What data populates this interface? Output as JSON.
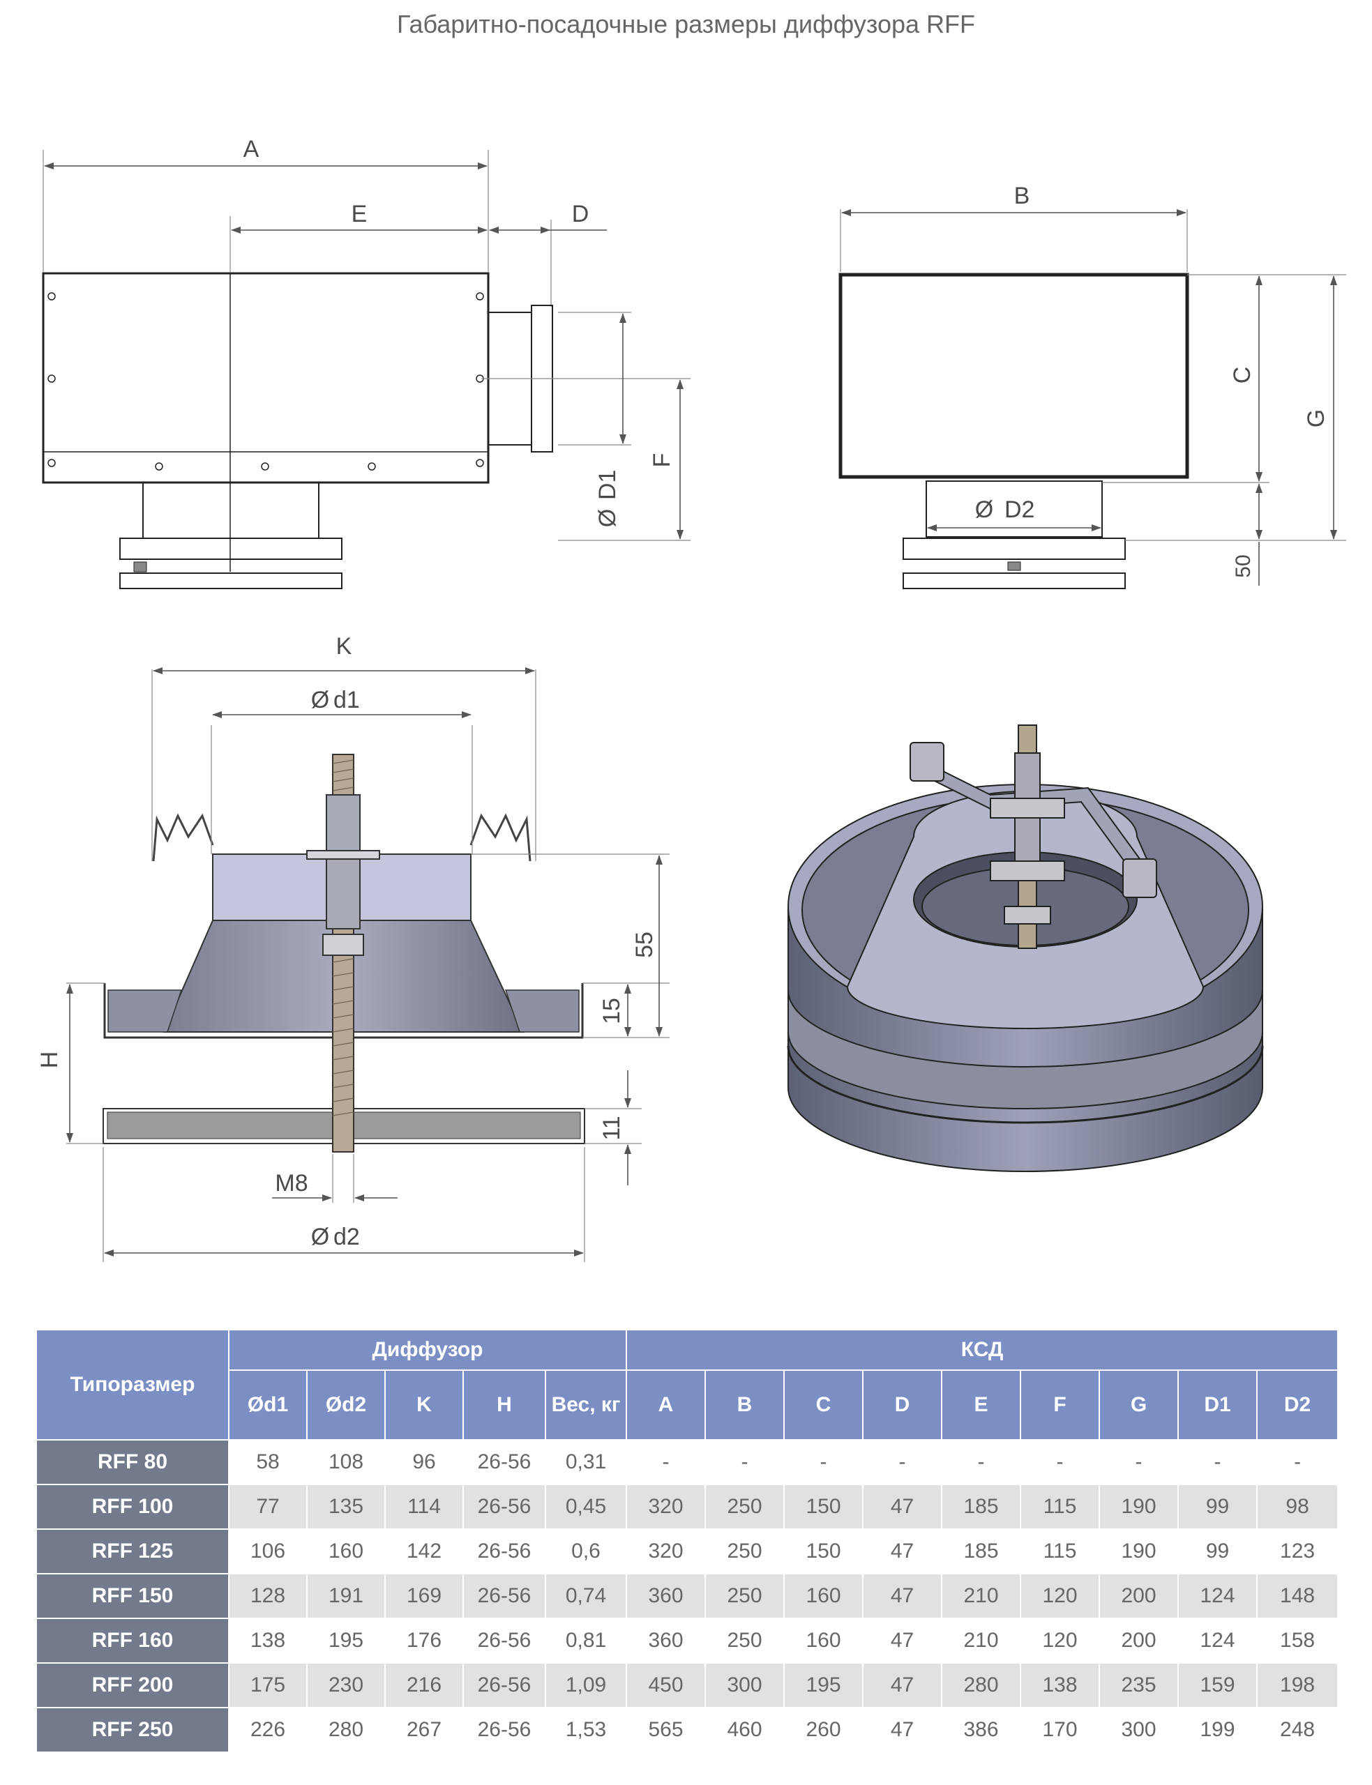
{
  "title": "Габаритно-посадочные размеры диффузора RFF",
  "dimensions": {
    "A": "A",
    "E": "E",
    "D": "D",
    "B": "B",
    "C": "C",
    "G": "G",
    "F": "F",
    "D1": "D1",
    "D2": "D2",
    "fifty": "50",
    "K": "K",
    "d1": "d1",
    "d2": "d2",
    "H": "H",
    "v55": "55",
    "v15": "15",
    "v11": "11",
    "M8": "M8",
    "dia": "Ø"
  },
  "table": {
    "typesize_header": "Типоразмер",
    "group_diffuser": "Диффузор",
    "group_ksd": "КСД",
    "diffuser_cols": [
      "Ød1",
      "Ød2",
      "K",
      "H",
      "Вес, кг"
    ],
    "ksd_cols": [
      "A",
      "B",
      "C",
      "D",
      "E",
      "F",
      "G",
      "D1",
      "D2"
    ],
    "rows": [
      {
        "name": "RFF  80",
        "values": [
          "58",
          "108",
          "96",
          "26-56",
          "0,31",
          "-",
          "-",
          "-",
          "-",
          "-",
          "-",
          "-",
          "-",
          "-"
        ]
      },
      {
        "name": "RFF  100",
        "values": [
          "77",
          "135",
          "114",
          "26-56",
          "0,45",
          "320",
          "250",
          "150",
          "47",
          "185",
          "115",
          "190",
          "99",
          "98"
        ]
      },
      {
        "name": "RFF  125",
        "values": [
          "106",
          "160",
          "142",
          "26-56",
          "0,6",
          "320",
          "250",
          "150",
          "47",
          "185",
          "115",
          "190",
          "99",
          "123"
        ]
      },
      {
        "name": "RFF  150",
        "values": [
          "128",
          "191",
          "169",
          "26-56",
          "0,74",
          "360",
          "250",
          "160",
          "47",
          "210",
          "120",
          "200",
          "124",
          "148"
        ]
      },
      {
        "name": "RFF  160",
        "values": [
          "138",
          "195",
          "176",
          "26-56",
          "0,81",
          "360",
          "250",
          "160",
          "47",
          "210",
          "120",
          "200",
          "124",
          "158"
        ]
      },
      {
        "name": "RFF  200",
        "values": [
          "175",
          "230",
          "216",
          "26-56",
          "1,09",
          "450",
          "300",
          "195",
          "47",
          "280",
          "138",
          "235",
          "159",
          "198"
        ]
      },
      {
        "name": "RFF  250",
        "values": [
          "226",
          "280",
          "267",
          "26-56",
          "1,53",
          "565",
          "460",
          "260",
          "47",
          "386",
          "170",
          "300",
          "199",
          "248"
        ]
      }
    ]
  }
}
